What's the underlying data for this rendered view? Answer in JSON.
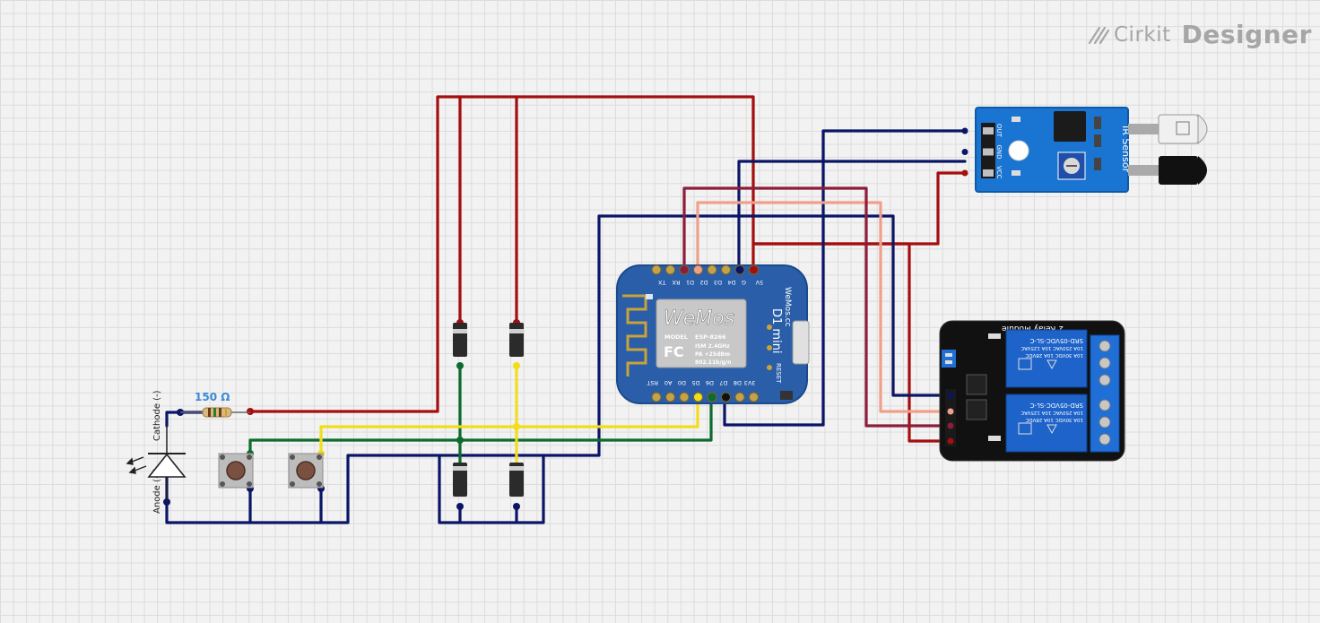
{
  "brand": {
    "name_light": "Cirkit",
    "name_bold": "Designer"
  },
  "resistor": {
    "value": "150 Ω"
  },
  "photodiode": {
    "cathode": "Cathode (-)",
    "anode": "Anode (+)"
  },
  "wemos": {
    "logo": "WeMos",
    "model_label": "MODEL",
    "model_value": "ESP-8266",
    "fc": "FC",
    "spec_ism": "ISM 2.4GHz",
    "spec_pa": "PA +25dBm",
    "spec_wifi": "802.11b/g/n",
    "board_name": "D1 mini",
    "site": "WeMos.cc",
    "reset": "RESET",
    "top_pins": [
      "TX",
      "RX",
      "D1",
      "D2",
      "D3",
      "D4",
      "G",
      "5V"
    ],
    "bottom_pins": [
      "RST",
      "A0",
      "D0",
      "D5",
      "D6",
      "D7",
      "D8",
      "3V3"
    ]
  },
  "ir_sensor": {
    "title": "IR Sensor",
    "pins": [
      "OUT",
      "GND",
      "VCC"
    ]
  },
  "relay": {
    "title": "2 Relay Module",
    "relay1_text": [
      "SRD-05VDC-SL-C",
      "10A 250VAC 10A 125VAC",
      "10A 30VDC 10A 28VDC"
    ],
    "relay2_text": [
      "SRD-05VDC-SL-C",
      "10A 250VAC 10A 125VAC",
      "10A 30VDC 10A 28VDC"
    ]
  },
  "wire_colors": {
    "red": "#a40e0e",
    "navy": "#0b1566",
    "green": "#0d6b2e",
    "yellow": "#f2dd1a",
    "salmon": "#f0a08a",
    "maroon": "#8c1d3a"
  }
}
